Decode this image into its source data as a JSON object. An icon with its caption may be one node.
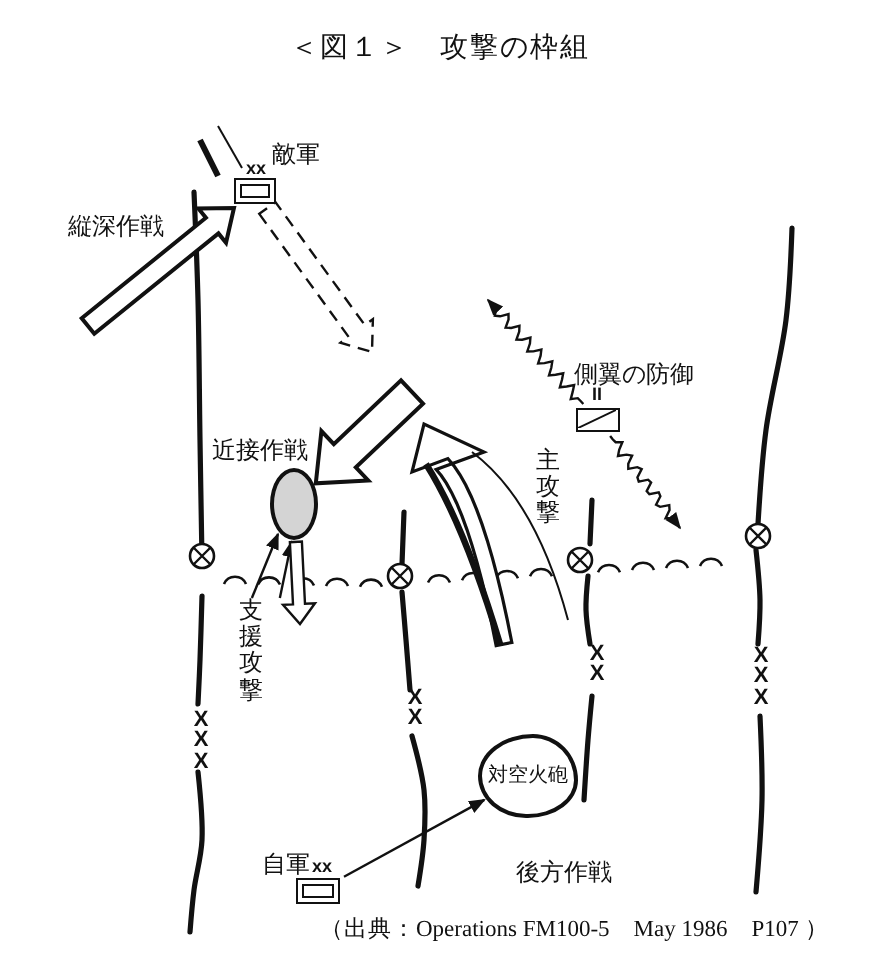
{
  "diagram": {
    "title": "＜図１＞　攻撃の枠組",
    "caption": "（出典：Operations FM100-5　May 1986　P107 ）",
    "nodes": [
      {
        "text": [],
        "shape": "box",
        "beside": [
          "xx",
          "敵軍"
        ]
      },
      {
        "text": [],
        "shape": "box",
        "beside": [
          "II",
          "側翼の防御"
        ]
      },
      {
        "text": [],
        "shape": "circle",
        "beside": [
          "近接作戦"
        ]
      },
      {
        "text": [
          "対空火砲"
        ]
      },
      {
        "text": [],
        "shape": "box",
        "beside": [
          "自軍",
          "xx"
        ]
      },
      {
        "text": [
          "支援攻撃"
        ]
      }
    ],
    "edges": [
      {
        "from": null,
        "to": 0,
        "arrow": "to",
        "style": "thick"
      },
      {
        "from": 0,
        "to": null,
        "arrow": "to",
        "style": "dashed"
      },
      {
        "from": 1,
        "to": null,
        "arrow": "to"
      },
      {
        "from": 1,
        "to": null,
        "arrow": "to"
      },
      {
        "from": null,
        "to": 2,
        "arrow": "to",
        "style": "thick"
      },
      {
        "from": 5,
        "to": 2,
        "arrow": "to"
      },
      {
        "from": 5,
        "to": 2,
        "arrow": "to"
      },
      {
        "from": 2,
        "to": null,
        "arrow": "to"
      },
      {
        "from": 4,
        "to": 3,
        "arrow": "to"
      }
    ],
    "labels": [
      "縦深作戦",
      "主攻撃",
      "XXX",
      "XX",
      "XX",
      "XXX",
      "後方作戦"
    ]
  }
}
